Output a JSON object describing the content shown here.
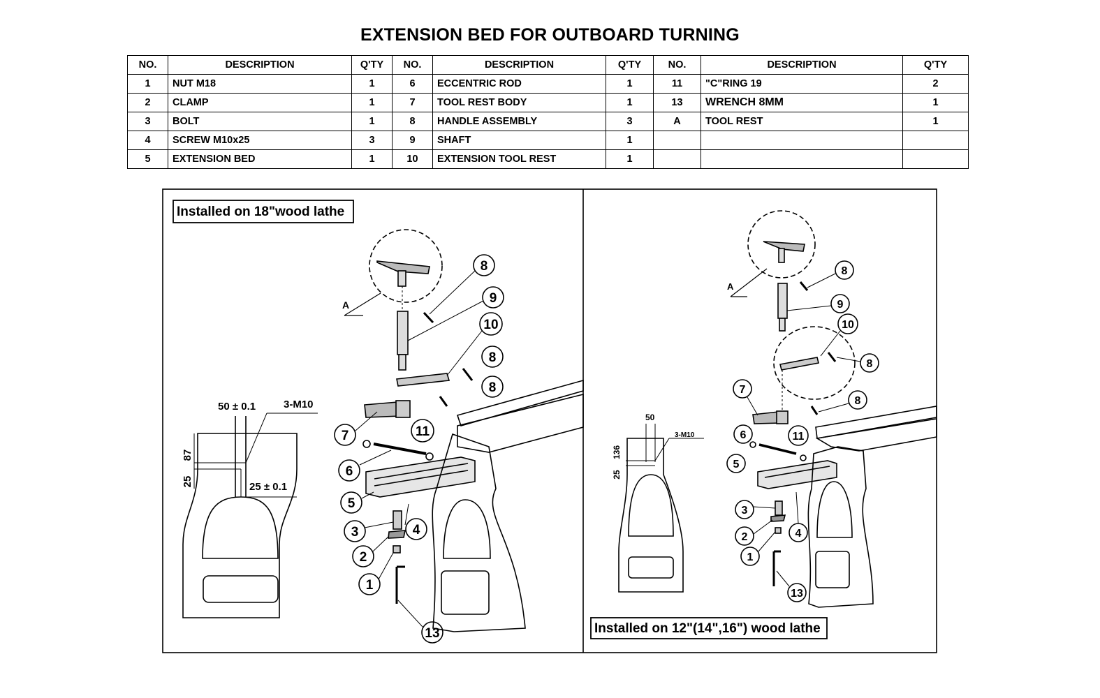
{
  "title": "EXTENSION BED FOR OUTBOARD TURNING",
  "table": {
    "headers": [
      "NO.",
      "DESCRIPTION",
      "Q'TY",
      "NO.",
      "DESCRIPTION",
      "Q'TY",
      "NO.",
      "DESCRIPTION",
      "Q'TY"
    ],
    "rows": [
      [
        "1",
        "NUT M18",
        "1",
        "6",
        "ECCENTRIC ROD",
        "1",
        "11",
        "\"C\"RING 19",
        "2"
      ],
      [
        "2",
        "CLAMP",
        "1",
        "7",
        "TOOL REST BODY",
        "1",
        "13",
        "WRENCH 8MM",
        "1"
      ],
      [
        "3",
        "BOLT",
        "1",
        "8",
        "HANDLE ASSEMBLY",
        "3",
        "A",
        "TOOL REST",
        "1"
      ],
      [
        "4",
        "SCREW M10x25",
        "3",
        "9",
        "SHAFT",
        "1",
        "",
        "",
        ""
      ],
      [
        "5",
        "EXTENSION BED",
        "1",
        "10",
        "EXTENSION TOOL REST",
        "1",
        "",
        "",
        ""
      ]
    ]
  },
  "left_panel": {
    "label": "Installed on 18\"wood lathe",
    "dims": {
      "top_width": "50 ± 0.1",
      "holes": "3-M10",
      "height1": "87",
      "height2": "25",
      "offset": "25 ± 0.1"
    },
    "callouts": [
      "8",
      "9",
      "10",
      "8",
      "8",
      "7",
      "11",
      "6",
      "5",
      "4",
      "3",
      "2",
      "1",
      "13"
    ],
    "detail_label": "A"
  },
  "right_panel": {
    "label": "Installed on 12\"(14\",16\")  wood lathe",
    "dims": {
      "top_width": "50",
      "holes": "3-M10",
      "height1": "136",
      "height2": "25"
    },
    "callouts": [
      "8",
      "9",
      "10",
      "8",
      "7",
      "8",
      "6",
      "11",
      "5",
      "3",
      "4",
      "2",
      "1",
      "13"
    ],
    "detail_label": "A"
  }
}
